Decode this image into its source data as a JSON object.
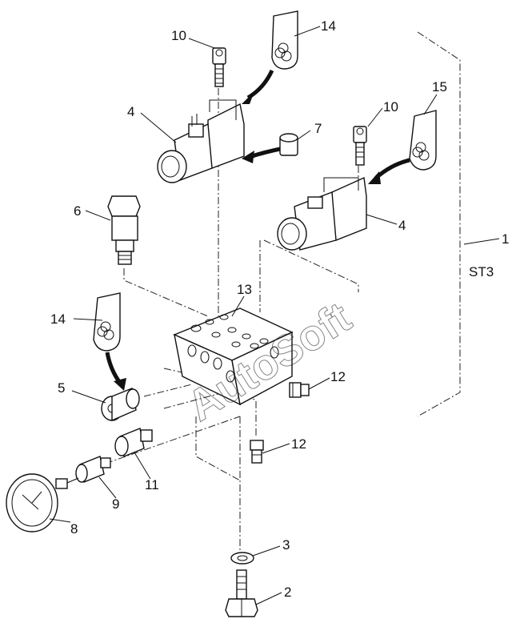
{
  "watermark": "AutoSoft",
  "callouts": [
    {
      "id": "c1",
      "text": "1"
    },
    {
      "id": "c2",
      "text": "2"
    },
    {
      "id": "c3",
      "text": "3"
    },
    {
      "id": "c4a",
      "text": "4"
    },
    {
      "id": "c4b",
      "text": "4"
    },
    {
      "id": "c5",
      "text": "5"
    },
    {
      "id": "c6",
      "text": "6"
    },
    {
      "id": "c7",
      "text": "7"
    },
    {
      "id": "c8",
      "text": "8"
    },
    {
      "id": "c9",
      "text": "9"
    },
    {
      "id": "c10a",
      "text": "10"
    },
    {
      "id": "c10b",
      "text": "10"
    },
    {
      "id": "c11",
      "text": "11"
    },
    {
      "id": "c12a",
      "text": "12"
    },
    {
      "id": "c12b",
      "text": "12"
    },
    {
      "id": "c13",
      "text": "13"
    },
    {
      "id": "c14a",
      "text": "14"
    },
    {
      "id": "c14b",
      "text": "14"
    },
    {
      "id": "c15",
      "text": "15"
    }
  ],
  "assembly_label": "ST3"
}
